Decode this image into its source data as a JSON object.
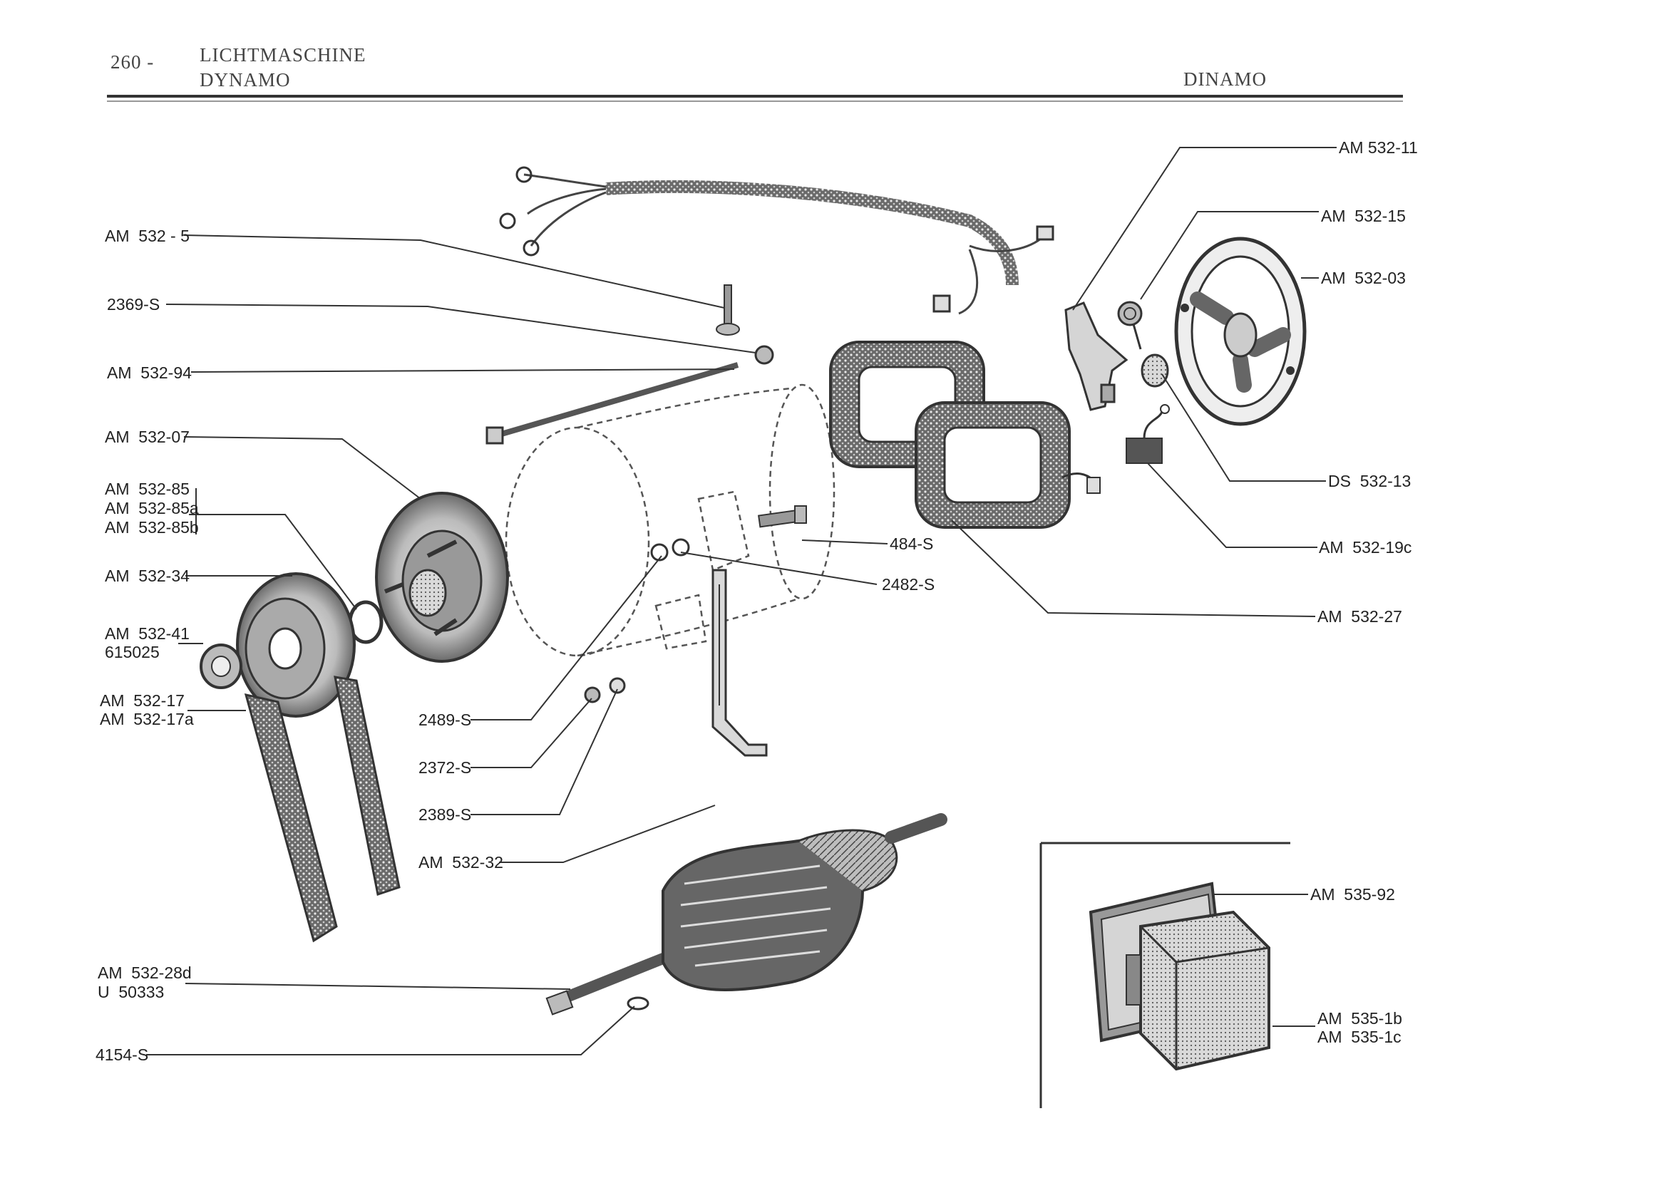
{
  "header": {
    "page_number": "260 -",
    "title_de": "LICHTMASCHINE",
    "title_fr": "DYNAMO",
    "title_it": "DINAMO"
  },
  "labels": {
    "am532_5": "AM  532 - 5",
    "s2369": "2369-S",
    "am532_94": "AM  532-94",
    "am532_07": "AM  532-07",
    "am532_85": "AM  532-85",
    "am532_85a": "AM  532-85a",
    "am532_85b": "AM  532-85b",
    "am532_34": "AM  532-34",
    "am532_41": "AM  532-41",
    "n615025": "615025",
    "am532_17": "AM  532-17",
    "am532_17a": "AM  532-17a",
    "s2489": "2489-S",
    "s2372": "2372-S",
    "s2389": "2389-S",
    "am532_32": "AM  532-32",
    "am532_28d": "AM  532-28d",
    "u50333": "U  50333",
    "s4154": "4154-S",
    "s484": "484-S",
    "s2482": "2482-S",
    "am532_11": "AM 532-11",
    "am532_15": "AM  532-15",
    "am532_03": "AM  532-03",
    "ds532_13": "DS  532-13",
    "am532_19c": "AM  532-19c",
    "am532_27": "AM  532-27",
    "am535_92": "AM  535-92",
    "am535_1b": "AM  535-1b",
    "am535_1c": "AM  535-1c"
  }
}
